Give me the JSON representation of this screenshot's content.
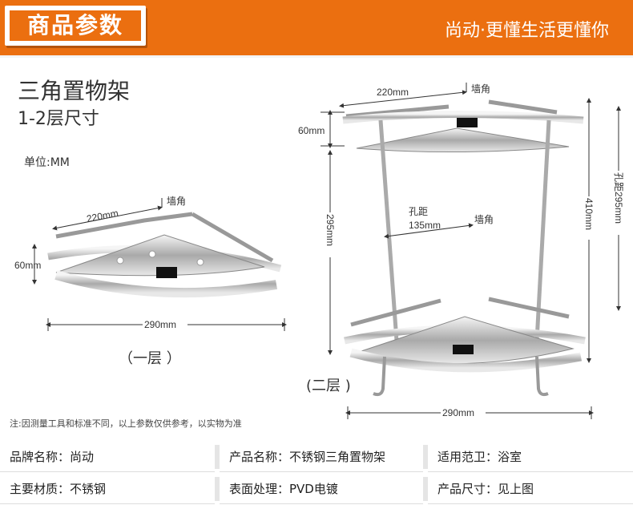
{
  "header": {
    "tag": "商品参数",
    "slogan": "尚动·更懂生活更懂你"
  },
  "product": {
    "title": "三角置物架",
    "subtitle": "1-2层尺寸",
    "unit": "单位:MM"
  },
  "diagram_one": {
    "width_top": "220mm",
    "corner": "墙角",
    "height": "60mm",
    "width_bottom": "290mm",
    "layer_label": "（一层 ）"
  },
  "diagram_two": {
    "width_top": "220mm",
    "corner_top": "墙角",
    "height_top": "60mm",
    "height_rail": "295mm",
    "hole_label": "孔距",
    "hole_value": "135mm",
    "corner_mid": "墙角",
    "height_total": "410mm",
    "hole_distance": "孔距295mm",
    "width_bottom": "290mm",
    "layer_label": "(二层 )"
  },
  "note": "注:因测量工具和标准不同，以上参数仅供参考，以实物为准",
  "specs": [
    [
      "品牌名称：尚动",
      "产品名称：不锈钢三角置物架",
      "适用范卫：浴室"
    ],
    [
      "主要材质：不锈钢",
      "表面处理：PVD电镀",
      "产品尺寸：见上图"
    ]
  ]
}
